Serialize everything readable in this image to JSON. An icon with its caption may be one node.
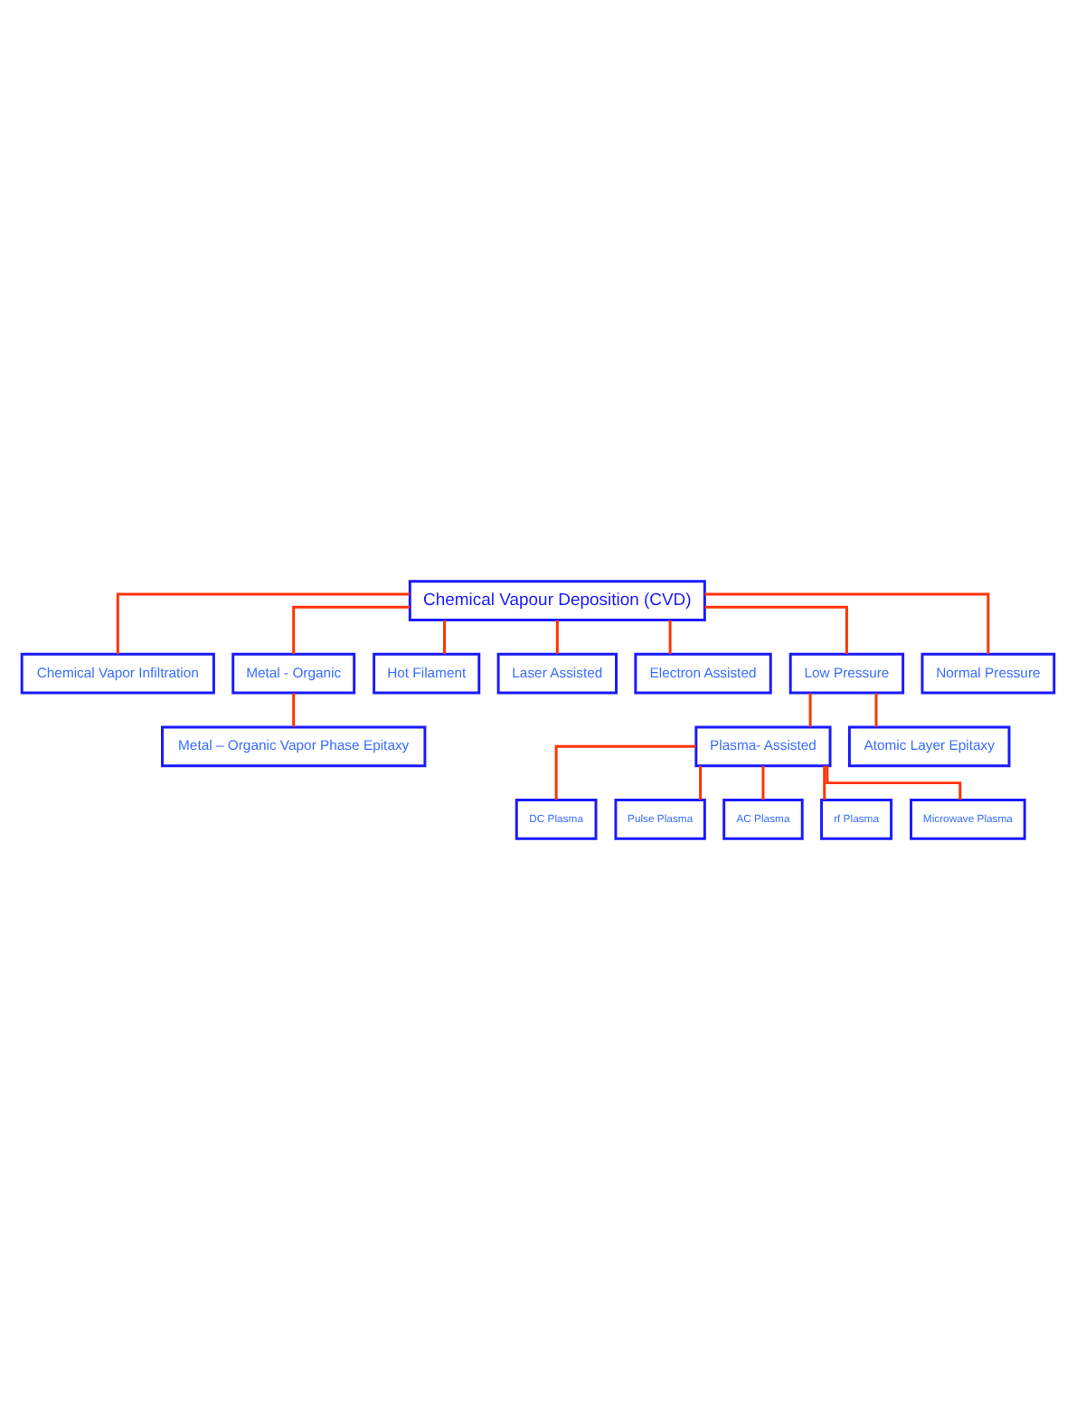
{
  "diagram": {
    "nodes": [
      {
        "text": [
          "Chemical Vapour Deposition (CVD)"
        ]
      },
      {
        "text": [
          "Chemical Vapor Infiltration"
        ]
      },
      {
        "text": [
          "Metal - Organic"
        ]
      },
      {
        "text": [
          "Metal – Organic Vapor Phase Epitaxy"
        ]
      },
      {
        "text": [
          "Hot Filament"
        ]
      },
      {
        "text": [
          "Laser Assisted"
        ]
      },
      {
        "text": [
          "Electron Assisted"
        ]
      },
      {
        "text": [
          "Low Pressure"
        ]
      },
      {
        "text": [
          "Plasma- Assisted"
        ]
      },
      {
        "text": [
          "Atomic Layer Epitaxy"
        ]
      },
      {
        "text": [
          "DC Plasma"
        ]
      },
      {
        "text": [
          "Pulse Plasma"
        ]
      },
      {
        "text": [
          "AC Plasma"
        ]
      },
      {
        "text": [
          "rf Plasma"
        ]
      },
      {
        "text": [
          "Microwave Plasma"
        ]
      },
      {
        "text": [
          "Normal Pressure"
        ]
      }
    ],
    "edges": [
      {
        "from": 0,
        "to": 15,
        "arrow": "none"
      },
      {
        "from": 0,
        "to": 7,
        "arrow": "none"
      },
      {
        "from": 0,
        "to": 6,
        "arrow": "none"
      },
      {
        "from": 0,
        "to": 5,
        "arrow": "none"
      },
      {
        "from": 0,
        "to": 4,
        "arrow": "none"
      },
      {
        "from": 0,
        "to": 2,
        "arrow": "none"
      },
      {
        "from": 0,
        "to": 1,
        "arrow": "none"
      },
      {
        "from": 2,
        "to": 3,
        "arrow": "none"
      },
      {
        "from": 7,
        "to": 8,
        "arrow": "none"
      },
      {
        "from": 7,
        "to": 9,
        "arrow": "none"
      },
      {
        "from": 8,
        "to": 10,
        "arrow": "none"
      },
      {
        "from": 8,
        "to": 11,
        "arrow": "none"
      },
      {
        "from": 8,
        "to": 12,
        "arrow": "none"
      },
      {
        "from": 8,
        "to": 13,
        "arrow": "none"
      },
      {
        "from": 8,
        "to": 14,
        "arrow": "none"
      }
    ]
  }
}
